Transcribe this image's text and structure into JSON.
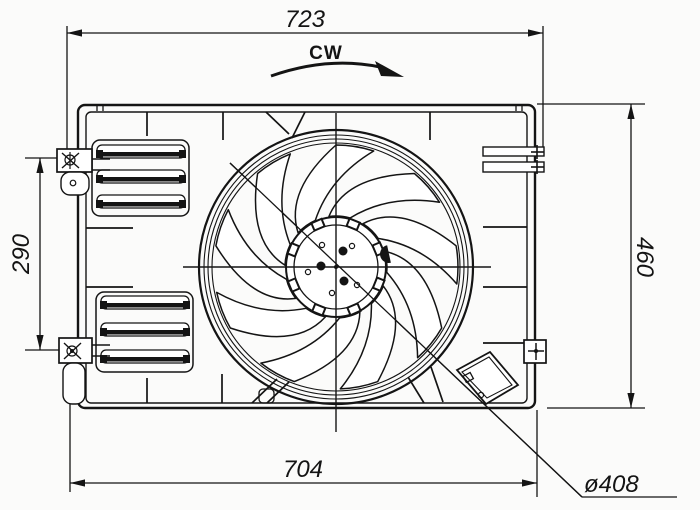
{
  "drawing": {
    "labels": {
      "dim_top_width": "723",
      "rotation_direction": "CW",
      "dim_left_bracket_span": "290",
      "dim_right_height": "460",
      "dim_bottom_width": "704",
      "dim_fan_diameter": "ø408"
    },
    "colors": {
      "line": "#141414",
      "background": "#fbfbfa"
    }
  }
}
